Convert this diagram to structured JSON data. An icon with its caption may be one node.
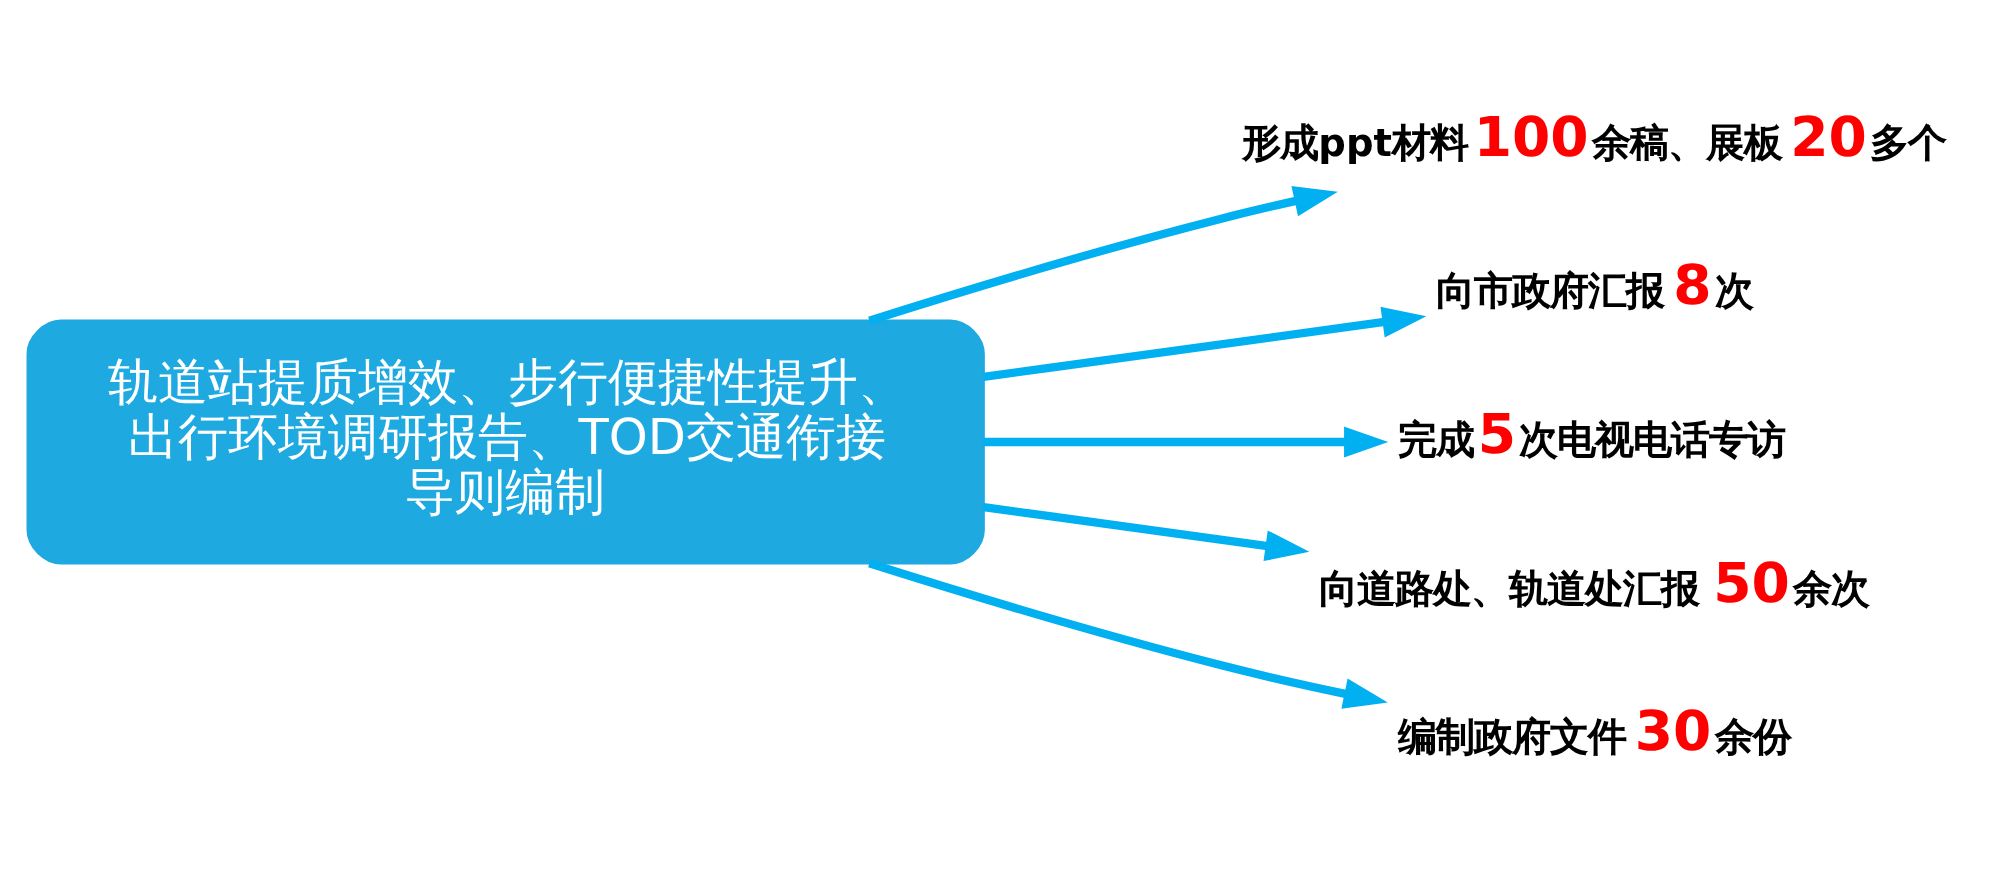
{
  "diagram": {
    "nodes": [
      {
        "text": [
          "轨道站提质增效、步行便捷性提升、出行环境调研报告、TOD交通衔接导则编制"
        ]
      },
      {
        "text": [
          "形成ppt材料100余稿、展板20多个"
        ]
      },
      {
        "text": [
          "向市政府汇报8次"
        ]
      },
      {
        "text": [
          "完成5次电视电话专访"
        ]
      },
      {
        "text": [
          "向道路处、轨道处汇报50余次"
        ]
      },
      {
        "text": [
          "编制政府文件30余份"
        ]
      }
    ],
    "edges": [
      {
        "from": 0,
        "to": 1,
        "arrow": "to"
      },
      {
        "from": 0,
        "to": 2,
        "arrow": "to"
      },
      {
        "from": 0,
        "to": 3,
        "arrow": "to"
      },
      {
        "from": 0,
        "to": 4,
        "arrow": "to"
      },
      {
        "from": 0,
        "to": 5,
        "arrow": "to"
      }
    ]
  }
}
